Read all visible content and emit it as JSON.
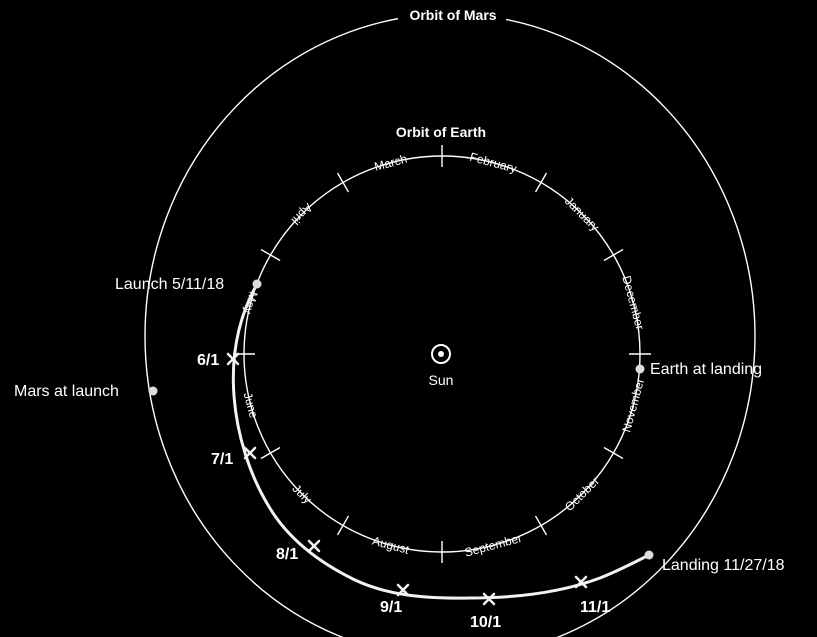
{
  "orbits": {
    "mars_label": "Orbit of Mars",
    "earth_label": "Orbit of Earth"
  },
  "sun": {
    "label": "Sun",
    "icon": "sun-icon"
  },
  "months": [
    "March",
    "February",
    "January",
    "December",
    "November",
    "October",
    "September",
    "August",
    "July",
    "June",
    "May",
    "April"
  ],
  "events": {
    "launch": "Launch 5/11/18",
    "mars_at_launch": "Mars at launch",
    "earth_at_landing": "Earth at landing",
    "landing": "Landing 11/27/18"
  },
  "trajectory_dates": [
    "6/1",
    "7/1",
    "8/1",
    "9/1",
    "10/1",
    "11/1"
  ],
  "colors": {
    "background": "#000000",
    "line": "#ffffff",
    "trajectory": "#f2f2f2"
  }
}
